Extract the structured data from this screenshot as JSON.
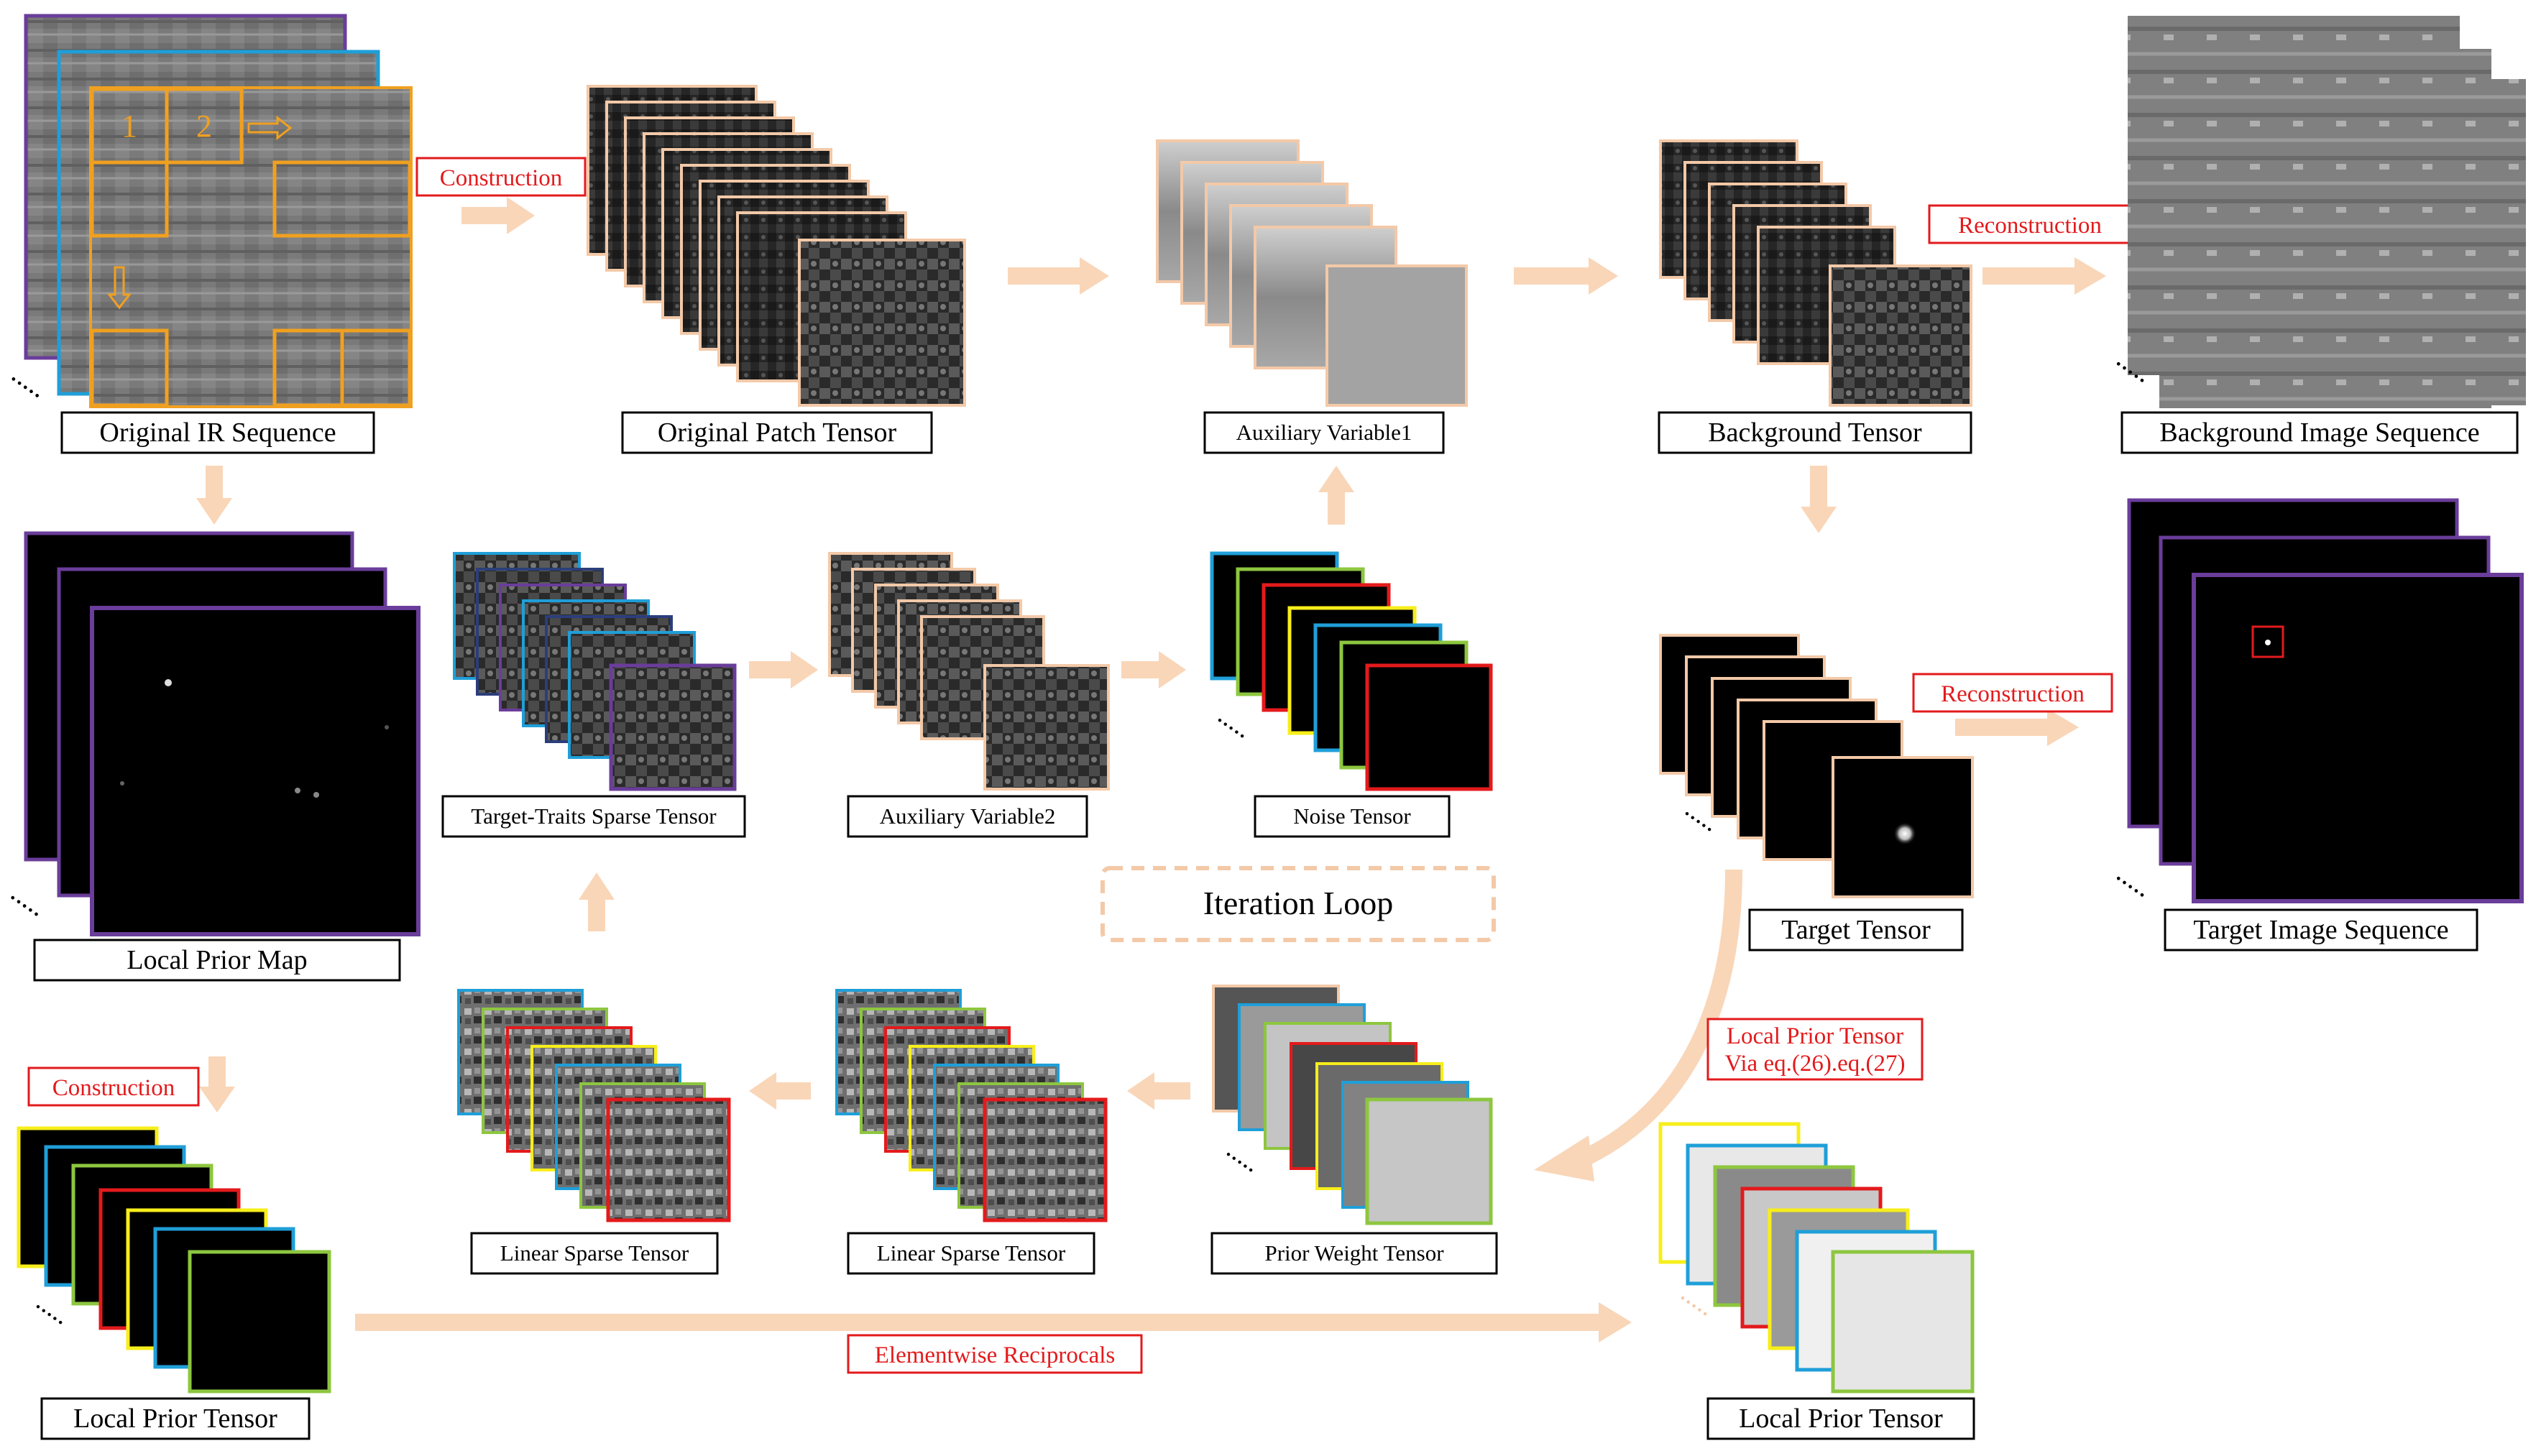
{
  "colors": {
    "arrow": "#f9d6b8",
    "frame_peach": "#f3c9a8",
    "label_red": "#e31a1c",
    "purple": "#6a3d9a",
    "blue": "#1f9fd8",
    "green": "#8dc63f",
    "red": "#e31a1c",
    "yellow": "#f7ee1a",
    "navy": "#2c3e7a",
    "orange_overlay": "#f0a020"
  },
  "labels": {
    "original_ir_sequence": "Original IR Sequence",
    "original_patch_tensor": "Original Patch Tensor",
    "auxiliary_variable1": "Auxiliary Variable1",
    "background_tensor": "Background Tensor",
    "background_image_sequence": "Background Image Sequence",
    "local_prior_map": "Local Prior Map",
    "target_traits_sparse_tensor": "Target-Traits Sparse Tensor",
    "auxiliary_variable2": "Auxiliary Variable2",
    "noise_tensor": "Noise Tensor",
    "target_tensor": "Target Tensor",
    "target_image_sequence": "Target Image Sequence",
    "iteration_loop": "Iteration Loop",
    "linear_sparse_tensor_1": "Linear Sparse Tensor",
    "linear_sparse_tensor_2": "Linear Sparse Tensor",
    "prior_weight_tensor": "Prior Weight Tensor",
    "local_prior_tensor_left": "Local Prior Tensor",
    "local_prior_tensor_right": "Local Prior Tensor"
  },
  "red_labels": {
    "construction_top": "Construction",
    "construction_bottom": "Construction",
    "reconstruction_background": "Reconstruction",
    "reconstruction_target": "Reconstruction",
    "local_prior_via_line1": "Local Prior Tensor",
    "local_prior_via_line2": "Via eq.(26).eq.(27)",
    "elementwise_reciprocals": "Elementwise Reciprocals"
  },
  "patch_numbers": {
    "first": "1",
    "second": "2"
  }
}
